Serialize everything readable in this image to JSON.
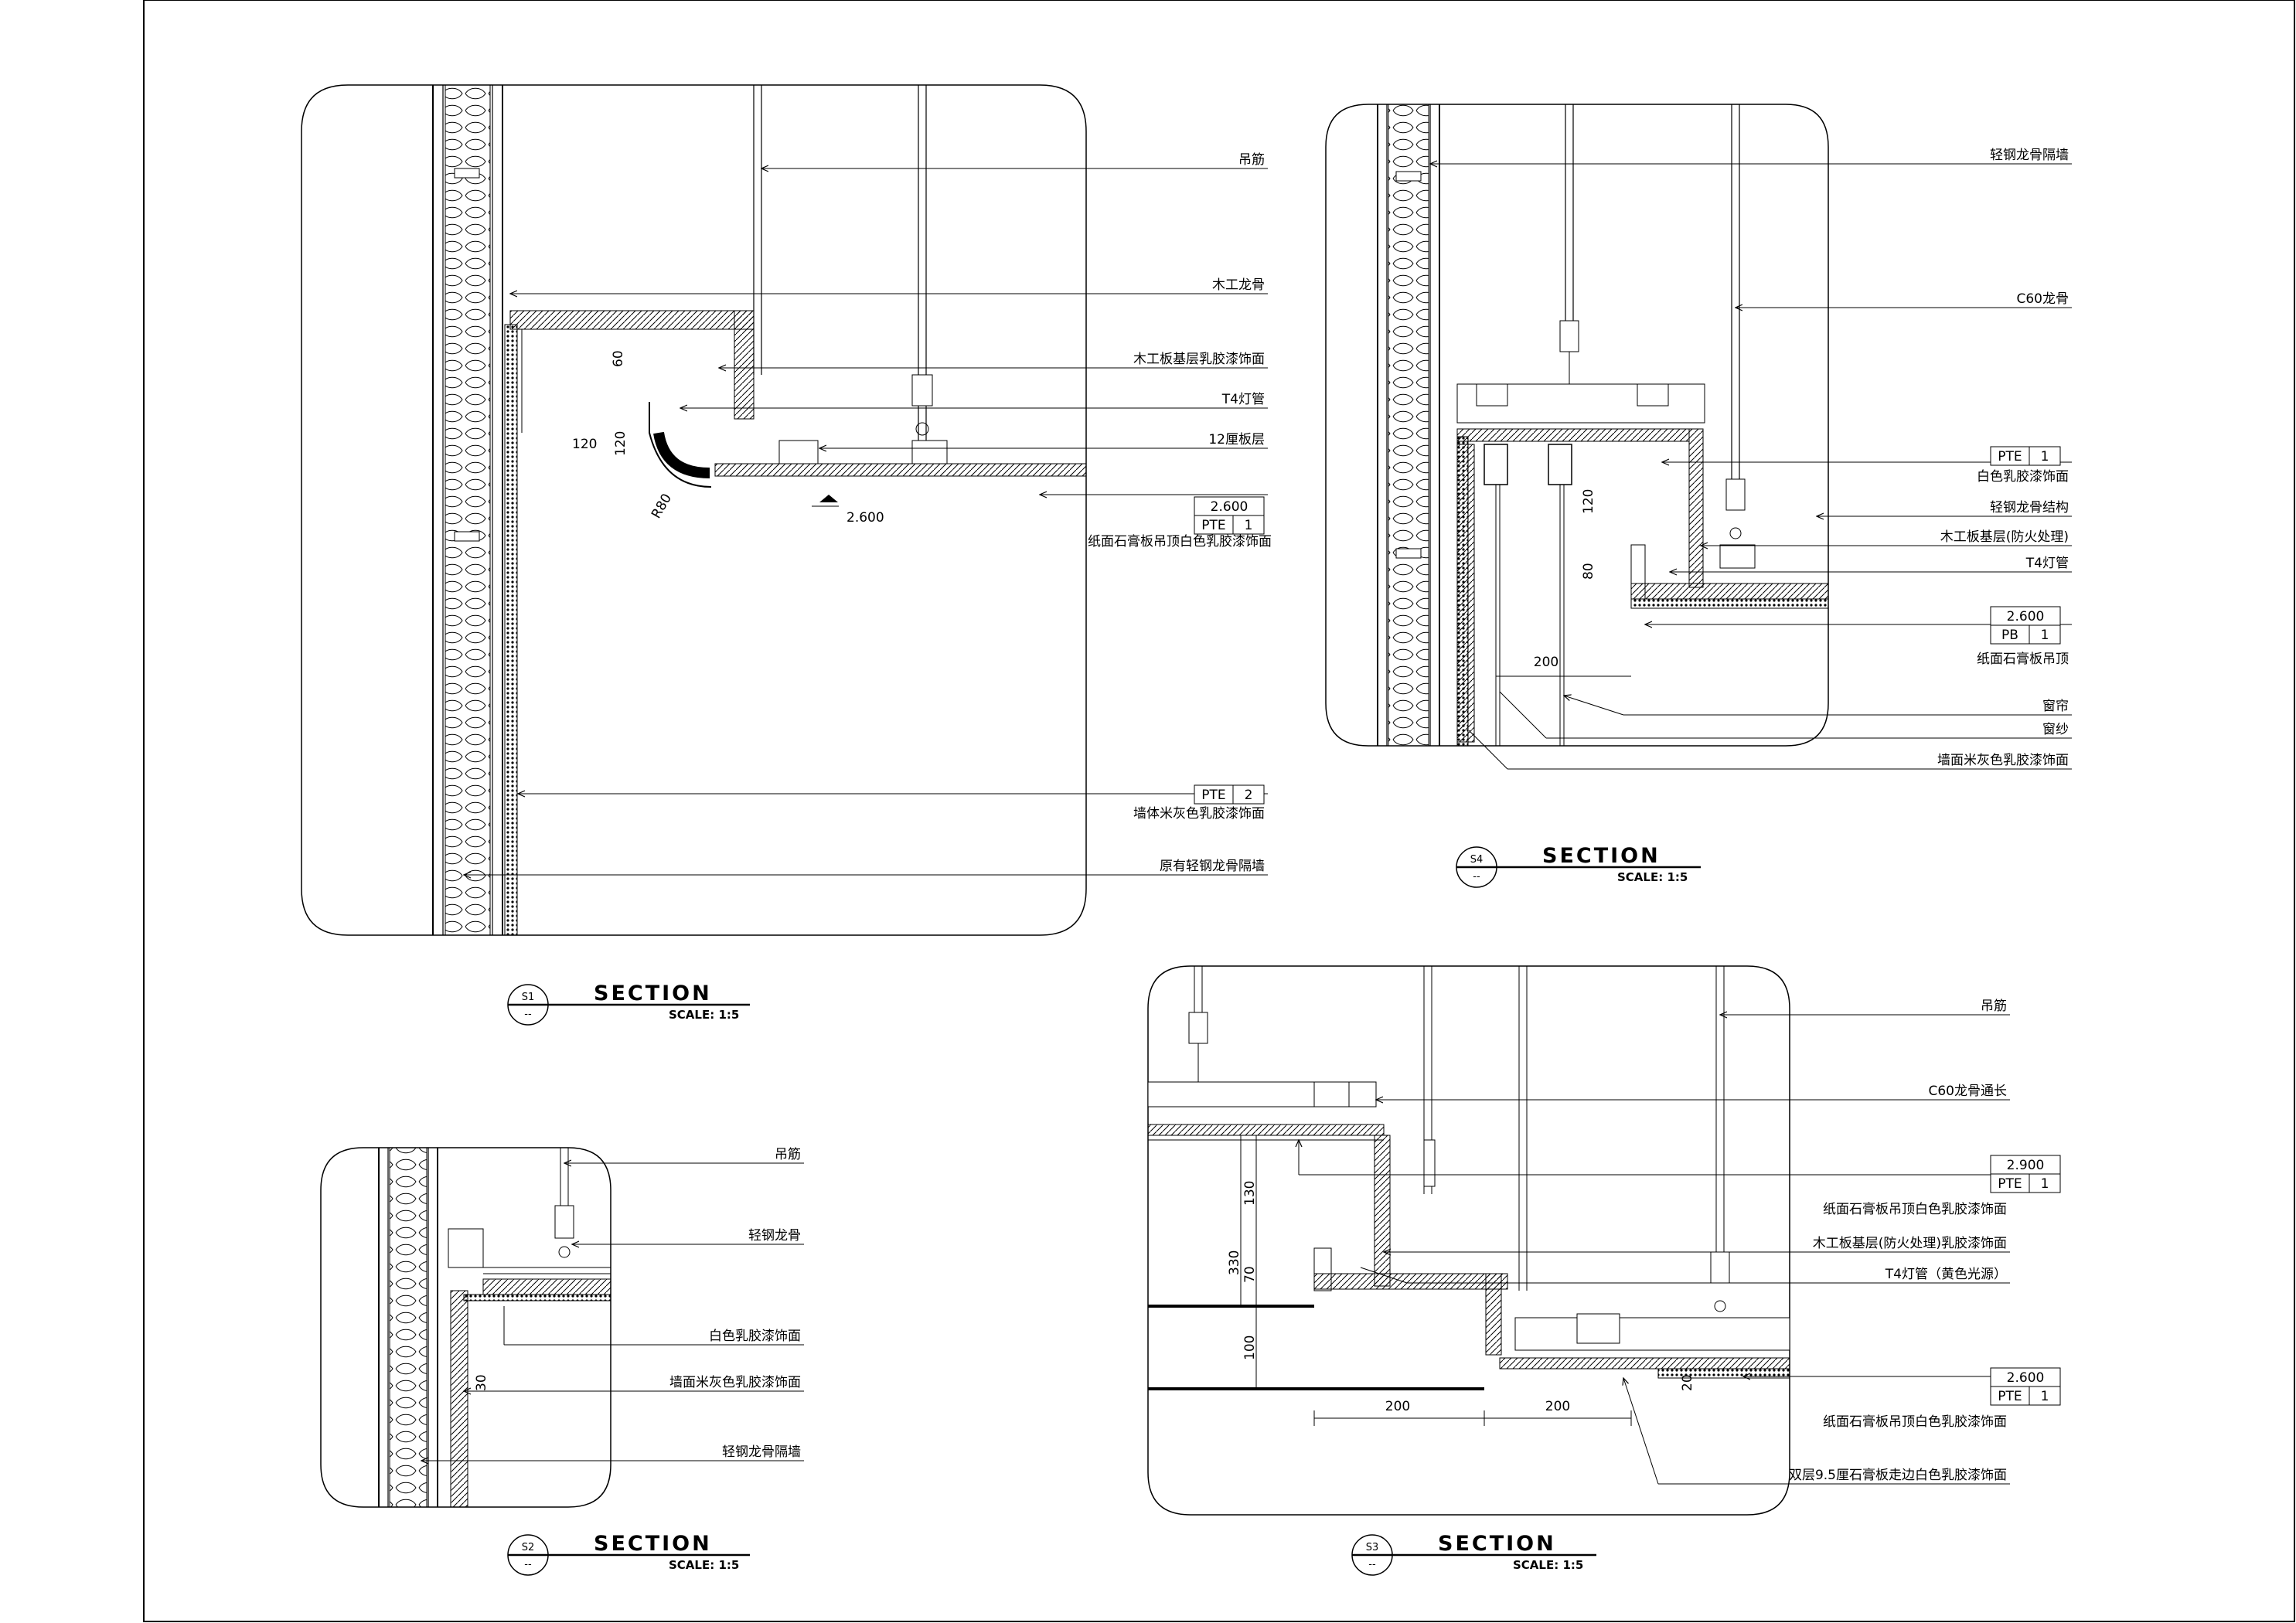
{
  "title_section": "SECTION",
  "scale_text": "SCALE:  1:5",
  "details": [
    {
      "id": "s1",
      "tag": "S1",
      "tag_sub": "--",
      "annotations": [
        "吊筋",
        "木工龙骨",
        "木工板基层乳胶漆饰面",
        "T4灯管",
        "12厘板层",
        "纸面石膏板吊顶白色乳胶漆饰面",
        "墙体米灰色乳胶漆饰面",
        "原有轻钢龙骨隔墙"
      ],
      "dims": [
        "60",
        "120",
        "120",
        "R80",
        "2.600"
      ],
      "tags": [
        {
          "top": "2.600",
          "left": "PTE",
          "right": "1"
        },
        {
          "left": "PTE",
          "right": "2"
        }
      ]
    },
    {
      "id": "s4",
      "tag": "S4",
      "tag_sub": "--",
      "annotations": [
        "轻钢龙骨隔墙",
        "C60龙骨",
        "白色乳胶漆饰面",
        "轻钢龙骨结构",
        "木工板基层(防火处理)",
        "T4灯管",
        "纸面石膏板吊顶",
        "窗帘",
        "窗纱",
        "墙面米灰色乳胶漆饰面"
      ],
      "dims": [
        "120",
        "80",
        "200"
      ],
      "tags": [
        {
          "left": "PTE",
          "right": "1"
        },
        {
          "top": "2.600",
          "left": "PB",
          "right": "1"
        }
      ]
    },
    {
      "id": "s2",
      "tag": "S2",
      "tag_sub": "--",
      "annotations": [
        "吊筋",
        "轻钢龙骨",
        "白色乳胶漆饰面",
        "墙面米灰色乳胶漆饰面",
        "轻钢龙骨隔墙"
      ],
      "dims": [
        "30"
      ]
    },
    {
      "id": "s3",
      "tag": "S3",
      "tag_sub": "--",
      "annotations": [
        "吊筋",
        "C60龙骨通长",
        "纸面石膏板吊顶白色乳胶漆饰面",
        "木工板基层(防火处理)乳胶漆饰面",
        "T4灯管（黄色光源）",
        "纸面石膏板吊顶白色乳胶漆饰面",
        "双层9.5厘石膏板走边白色乳胶漆饰面"
      ],
      "dims": [
        "130",
        "330",
        "70",
        "100",
        "200",
        "200",
        "20"
      ],
      "tags": [
        {
          "top": "2.900",
          "left": "PTE",
          "right": "1"
        },
        {
          "top": "2.600",
          "left": "PTE",
          "right": "1"
        }
      ]
    }
  ]
}
